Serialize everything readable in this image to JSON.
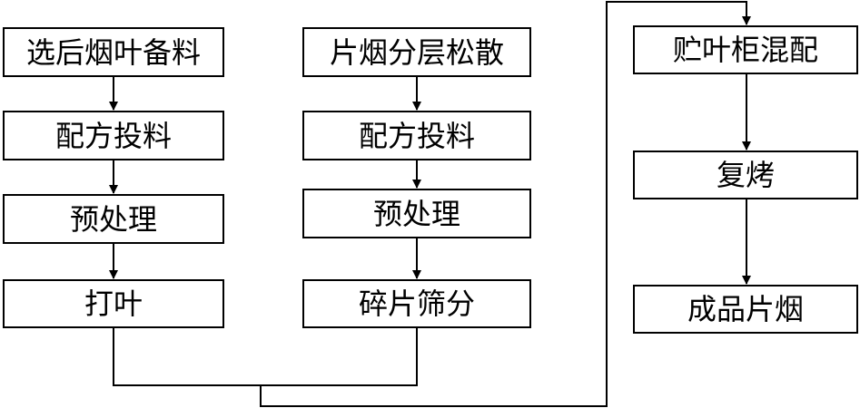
{
  "flowchart": {
    "left_column": [
      "选后烟叶备料",
      "配方投料",
      "预处理",
      "打叶"
    ],
    "middle_column": [
      "片烟分层松散",
      "配方投料",
      "预处理",
      "碎片筛分"
    ],
    "right_column": [
      "贮叶柜混配",
      "复烤",
      "成品片烟"
    ]
  },
  "style": {
    "line_color": "#000000",
    "box_fill": "#ffffff",
    "text_color": "#000000"
  }
}
